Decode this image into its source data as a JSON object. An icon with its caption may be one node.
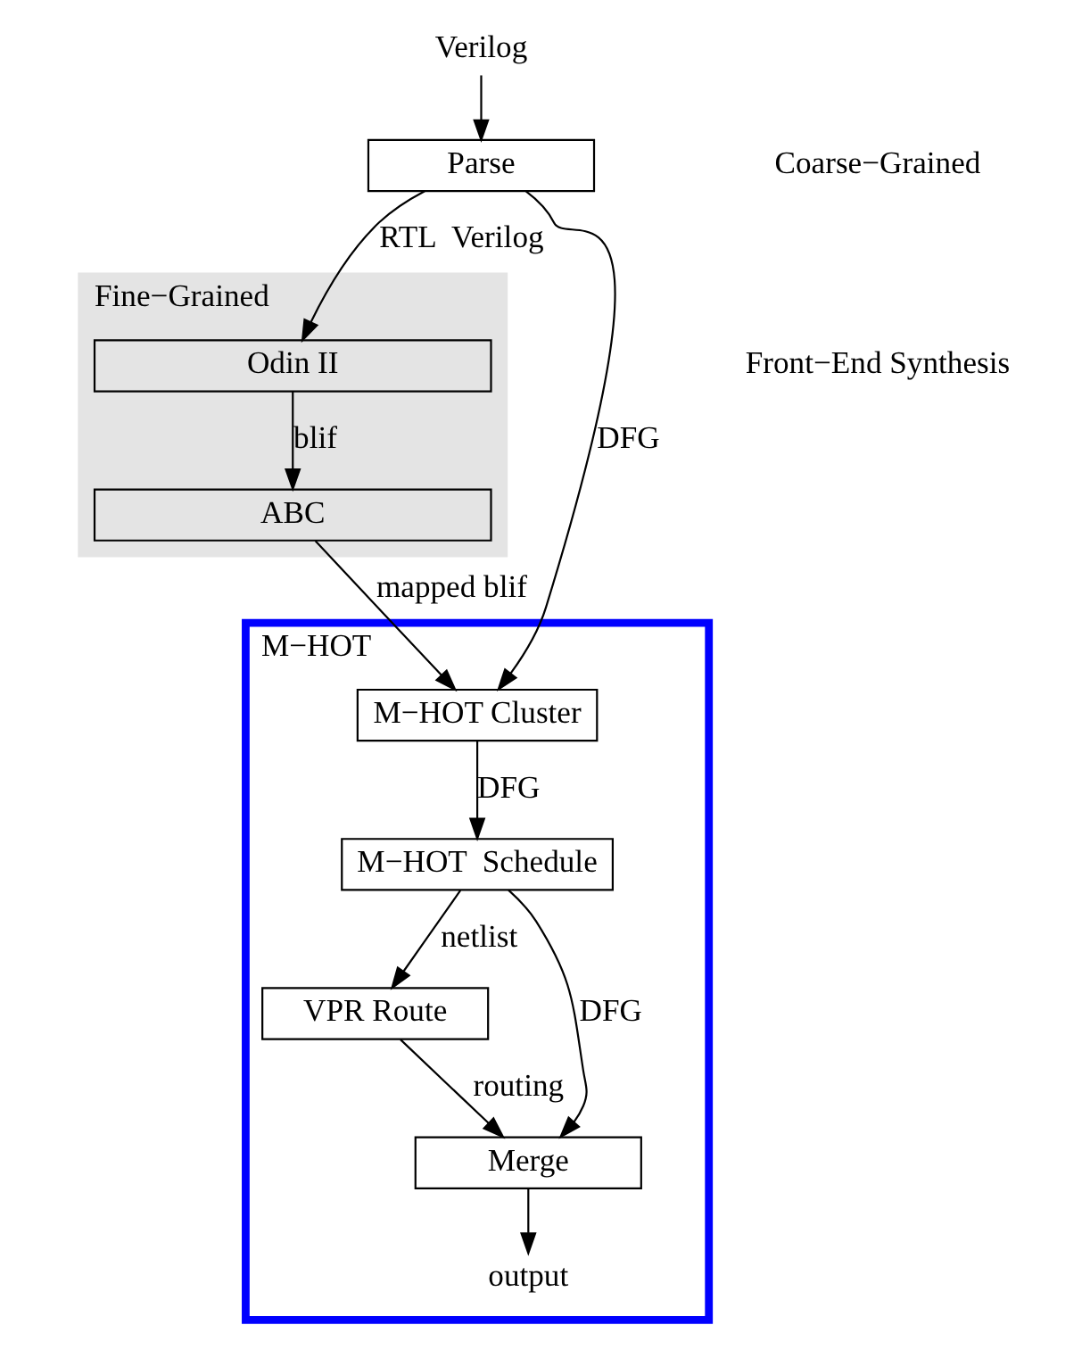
{
  "diagram": {
    "nodes": [
      {
        "text": [
          "Verilog"
        ]
      },
      {
        "text": [
          "Parse"
        ]
      },
      {
        "text": [
          "Fine−Grained"
        ]
      },
      {
        "text": [
          "Odin II"
        ],
        "in": 2
      },
      {
        "text": [
          "ABC"
        ],
        "in": 2
      },
      {
        "text": [
          "M−HOT"
        ]
      },
      {
        "text": [
          "M−HOT Cluster"
        ],
        "in": 5
      },
      {
        "text": [
          "M−HOT  Schedule"
        ],
        "in": 5
      },
      {
        "text": [
          "VPR Route"
        ],
        "in": 5
      },
      {
        "text": [
          "Merge"
        ],
        "in": 5
      },
      {
        "text": [
          "output"
        ],
        "in": 5
      }
    ],
    "edges": [
      {
        "from": 0,
        "to": 1,
        "arrow": "to"
      },
      {
        "from": 1,
        "to": 3,
        "arrow": "to",
        "label": "RTL  Verilog"
      },
      {
        "from": 1,
        "to": 6,
        "arrow": "to",
        "label": "DFG"
      },
      {
        "from": 3,
        "to": 4,
        "arrow": "to",
        "label": "blif"
      },
      {
        "from": 4,
        "to": 6,
        "arrow": "to",
        "label": "mapped blif"
      },
      {
        "from": 6,
        "to": 7,
        "arrow": "to",
        "label": "DFG"
      },
      {
        "from": 7,
        "to": 8,
        "arrow": "to",
        "label": "netlist"
      },
      {
        "from": 7,
        "to": 9,
        "arrow": "to",
        "label": "DFG"
      },
      {
        "from": 8,
        "to": 9,
        "arrow": "to",
        "label": "routing"
      },
      {
        "from": 9,
        "to": 10,
        "arrow": "to"
      }
    ],
    "labels": [
      "Coarse−Grained",
      "Front−End Synthesis"
    ]
  }
}
